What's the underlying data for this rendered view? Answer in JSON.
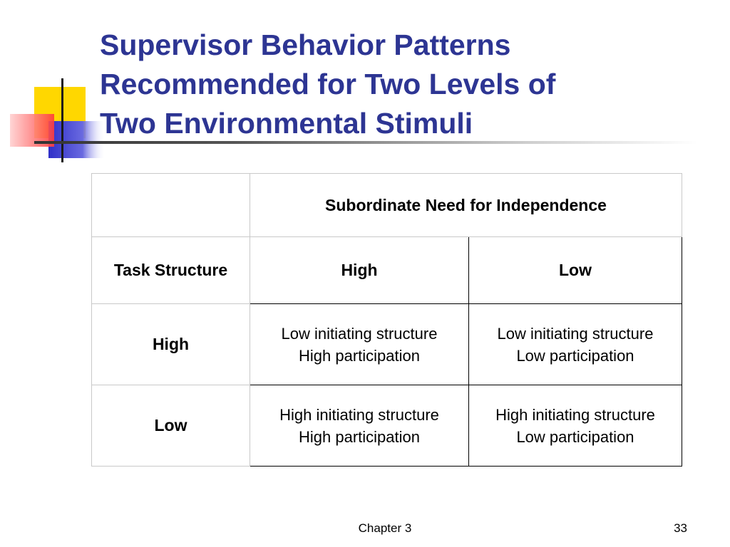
{
  "slide": {
    "title_lines": [
      "Supervisor Behavior Patterns",
      "Recommended for Two Levels of",
      "Two Environmental Stimuli"
    ],
    "colors": {
      "title": "#2d3593",
      "deco_yellow": "#ffd700",
      "deco_blue": "#3a3acb",
      "deco_red": "#ff4d4d"
    }
  },
  "table": {
    "top_header": "Subordinate Need for Independence",
    "row_header_label": "Task Structure",
    "col_headers": [
      "High",
      "Low"
    ],
    "rows": [
      {
        "label": "High",
        "cells": [
          [
            "Low initiating structure",
            "High participation"
          ],
          [
            "Low initiating structure",
            "Low participation"
          ]
        ]
      },
      {
        "label": "Low",
        "cells": [
          [
            "High initiating structure",
            "High participation"
          ],
          [
            "High initiating structure",
            "Low participation"
          ]
        ]
      }
    ]
  },
  "footer": {
    "chapter": "Chapter 3",
    "page": "33"
  }
}
